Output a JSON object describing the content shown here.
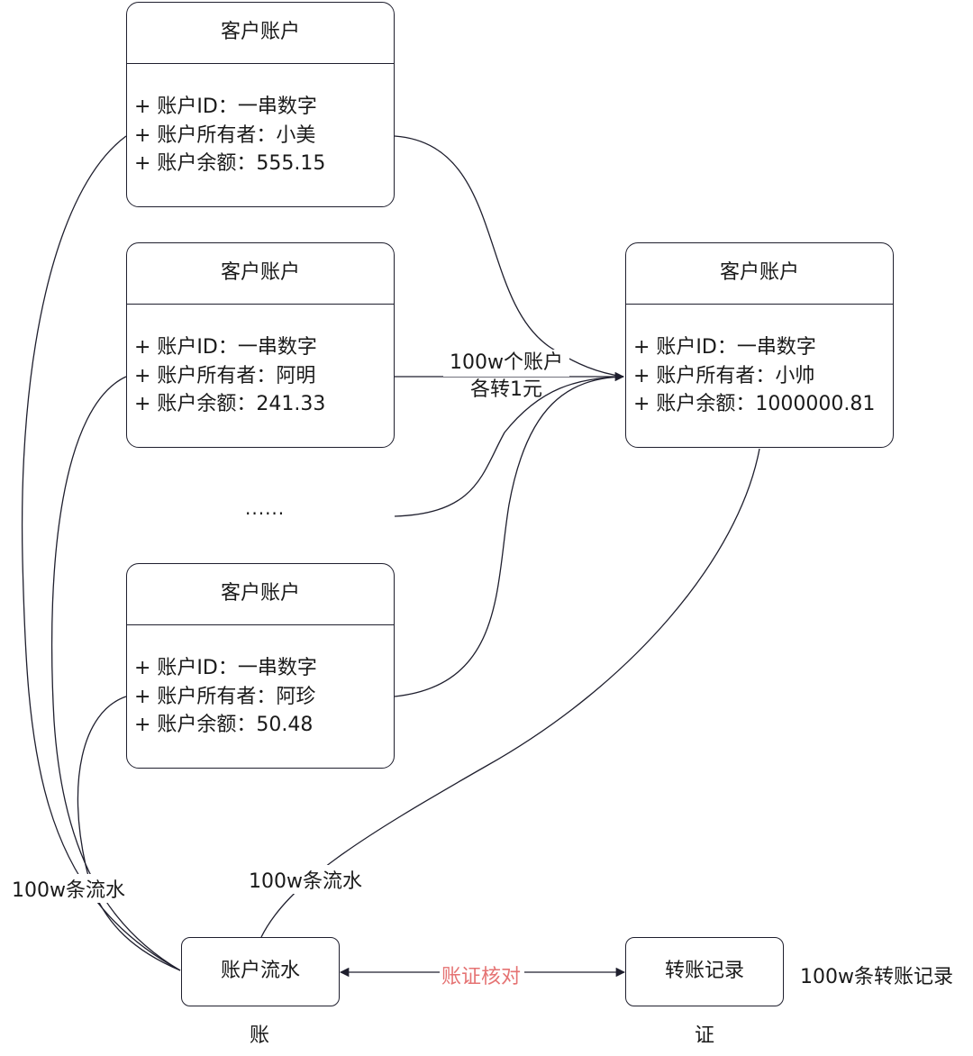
{
  "accounts": [
    {
      "title": "客户账户",
      "id_line": "+ 账户ID：一串数字",
      "owner_line": "+ 账户所有者：小美",
      "balance_line": "+ 账户余额：555.15"
    },
    {
      "title": "客户账户",
      "id_line": "+ 账户ID：一串数字",
      "owner_line": "+ 账户所有者：阿明",
      "balance_line": "+ 账户余额：241.33"
    },
    {
      "title": "客户账户",
      "id_line": "+ 账户ID：一串数字",
      "owner_line": "+ 账户所有者：阿珍",
      "balance_line": "+ 账户余额：50.48"
    },
    {
      "title": "客户账户",
      "id_line": "+ 账户ID：一串数字",
      "owner_line": "+ 账户所有者：小帅",
      "balance_line": "+ 账户余额：1000000.81"
    }
  ],
  "ellipsis": "......",
  "transfer_label": {
    "line1": "100w个账户",
    "line2": "各转1元"
  },
  "flow_node": "账户流水",
  "record_node": "转账记录",
  "reconcile_label": "账证核对",
  "left_flow_label": "100w条流水",
  "right_flow_label": "100w条流水",
  "record_count_label": "100w条转账记录",
  "ledger_caption": "账",
  "voucher_caption": "证",
  "colors": {
    "line": "#1f1f2e",
    "reconcile_text": "#e57373"
  }
}
